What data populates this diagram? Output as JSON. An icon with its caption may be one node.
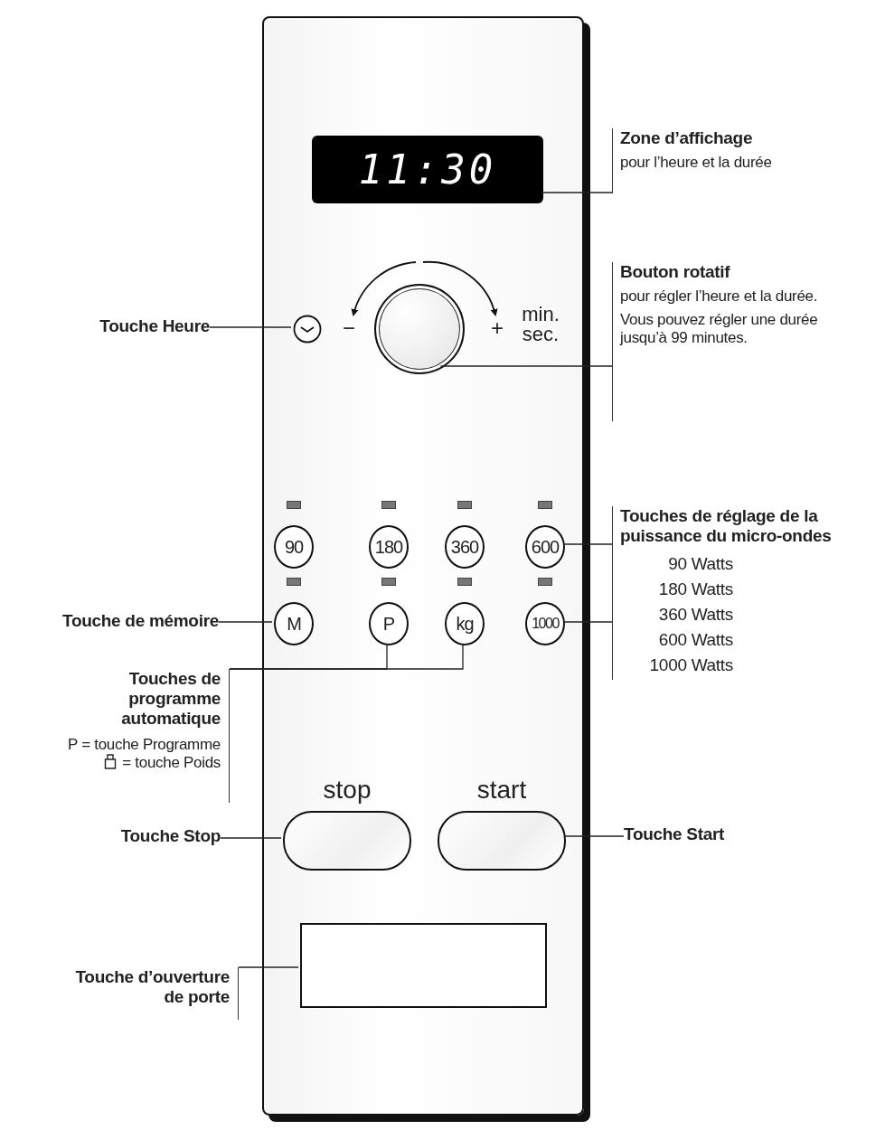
{
  "diagram": {
    "nodes": [
      {
        "text": [],
        "shape": "box"
      },
      {
        "text": [
          "11:30"
        ],
        "in": 0
      },
      {
        "text": [
          "Zone d’affichage",
          "pour l’heure et la durée"
        ]
      },
      {
        "text": [],
        "shape": "circle",
        "in": 0
      },
      {
        "text": [],
        "shape": "circle",
        "in": 0
      },
      {
        "text": [
          "Touche Heure"
        ]
      },
      {
        "text": [
          "Bouton rotatif",
          "pour régler l’heure et la durée.",
          "Vous pouvez régler une durée jusqu’à 99 minutes."
        ]
      },
      {
        "text": [
          "90"
        ],
        "in": 0
      },
      {
        "text": [
          "180"
        ],
        "in": 0
      },
      {
        "text": [
          "360"
        ],
        "in": 0
      },
      {
        "text": [
          "600"
        ],
        "in": 0
      },
      {
        "text": [
          "Touches de réglage de la puissance du micro-ondes",
          "90 Watts",
          "180 Watts",
          "360 Watts",
          "600 Watts",
          "1000 Watts"
        ]
      },
      {
        "text": [
          "M"
        ],
        "in": 0
      },
      {
        "text": [
          "P"
        ],
        "in": 0
      },
      {
        "text": [
          "kg"
        ],
        "in": 0
      },
      {
        "text": [
          "1000"
        ],
        "in": 0
      },
      {
        "text": [
          "Touche de mémoire"
        ]
      },
      {
        "text": [
          "Touches de programme automatique",
          "P = touche Programme",
          "= touche Poids"
        ]
      },
      {
        "text": [
          "stop"
        ],
        "in": 0
      },
      {
        "text": [
          "start"
        ],
        "in": 0
      },
      {
        "text": [
          "Touche Stop"
        ]
      },
      {
        "text": [
          "Touche Start"
        ]
      },
      {
        "text": [],
        "shape": "box",
        "in": 0
      },
      {
        "text": [
          "Touche d’ouverture de porte"
        ]
      }
    ],
    "edges": [
      {
        "from": 2,
        "to": 1,
        "arrow": "none"
      },
      {
        "from": 5,
        "to": 3,
        "arrow": "none"
      },
      {
        "from": 6,
        "to": 4,
        "arrow": "none"
      },
      {
        "from": 11,
        "to": 10,
        "arrow": "none"
      },
      {
        "from": 11,
        "to": 15,
        "arrow": "none"
      },
      {
        "from": 16,
        "to": 12,
        "arrow": "none"
      },
      {
        "from": 17,
        "to": 13,
        "arrow": "none"
      },
      {
        "from": 17,
        "to": 14,
        "arrow": "none"
      },
      {
        "from": 20,
        "to": 18,
        "arrow": "none"
      },
      {
        "from": 21,
        "to": 19,
        "arrow": "none"
      },
      {
        "from": 23,
        "to": 22,
        "arrow": "none"
      }
    ],
    "labels": [
      "−",
      "+",
      "min. sec."
    ]
  }
}
